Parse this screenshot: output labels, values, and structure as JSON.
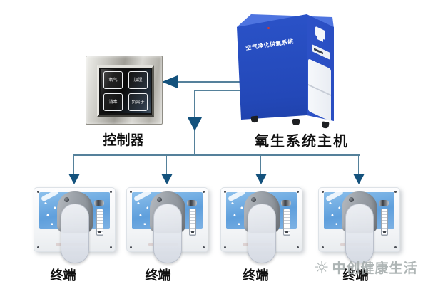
{
  "colors": {
    "machine_blue": "#2b53c9",
    "machine_blue_front": "#3059d4",
    "machine_blue_top": "#4e74e0",
    "line": "#55819b",
    "arrow": "#14527d",
    "terminal_photo_blue": "#5f9fdc",
    "watermark_gray": "#a3abab"
  },
  "main_unit": {
    "label": "氧生系统主机",
    "panel_text": "空气净化供氧系统"
  },
  "controller": {
    "label": "控制器",
    "buttons": [
      "氧气",
      "加湿",
      "消毒",
      "负离子"
    ]
  },
  "terminals": {
    "items": [
      {
        "label": "终端"
      },
      {
        "label": "终端"
      },
      {
        "label": "终端"
      },
      {
        "label": "终端"
      }
    ]
  },
  "watermark": {
    "logo_icon": "☼",
    "text": "中创健康生活"
  }
}
